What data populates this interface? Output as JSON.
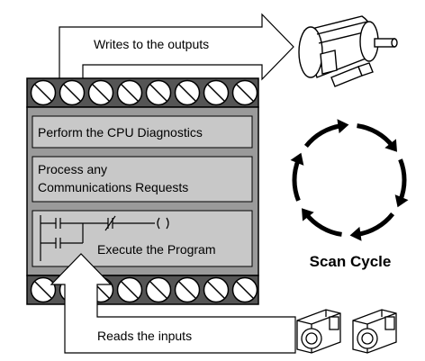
{
  "arrows": {
    "outputs_label": "Writes to the outputs",
    "inputs_label": "Reads the inputs"
  },
  "plc": {
    "panel1": "Perform the CPU Diagnostics",
    "panel2_line1": "Process any",
    "panel2_line2": "Communications Requests",
    "panel3": "Execute the Program"
  },
  "scan_cycle": {
    "label": "Scan Cycle"
  },
  "icons": {
    "motor": "motor-icon",
    "input_devices": "pushbutton-icon"
  },
  "colors": {
    "panel_fill": "#c8c8c8",
    "body_fill": "#9a9a9a",
    "terminal_strip": "#555555"
  }
}
